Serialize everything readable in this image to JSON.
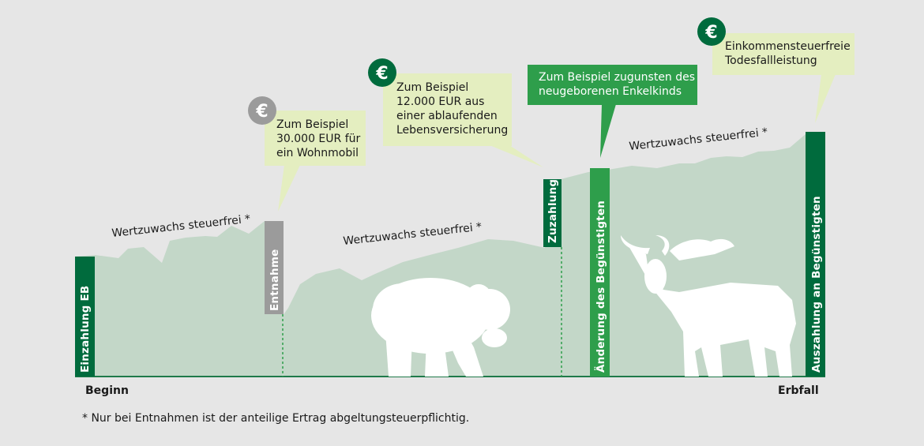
{
  "colors": {
    "background": "#e6e6e6",
    "area_fill": "#c3d7c8",
    "dark_green": "#006b3d",
    "bright_green": "#2e9e4b",
    "gray_bar": "#9b9b9b",
    "callout_yellow": "#e4eec0",
    "euro_icon_green": "#006b3d",
    "euro_icon_gray": "#9b9b9b"
  },
  "bars": {
    "einzahlung": "Einzahlung EB",
    "entnahme": "Entnahme",
    "zuzahlung": "Zuzahlung",
    "aenderung": "Änderung des Begünstigten",
    "auszahlung": "Auszahlung an Begünstigten"
  },
  "growth_labels": {
    "first": "Wertzuwachs steuerfrei *",
    "second": "Wertzuwachs steuerfrei *",
    "third": "Wertzuwachs steuerfrei *"
  },
  "callouts": {
    "wohnmobil": "Zum Beispiel\n30.000 EUR für\nein Wohnmobil",
    "lebensversicherung": "Zum Beispiel\n12.000 EUR aus\neiner ablaufenden\nLebensversicherung",
    "enkelkind": "Zum Beispiel zugunsten des\nneugeborenen Enkelkinds",
    "todesfall": "Einkommensteuerfreie\nTodesfallleistung"
  },
  "icons": {
    "euro_symbol": "€",
    "bear": "bear-silhouette",
    "bull": "bull-silhouette"
  },
  "axis": {
    "start": "Beginn",
    "end": "Erbfall"
  },
  "footnote": "* Nur bei Entnahmen ist der anteilige Ertrag abgeltungsteuerpflichtig."
}
